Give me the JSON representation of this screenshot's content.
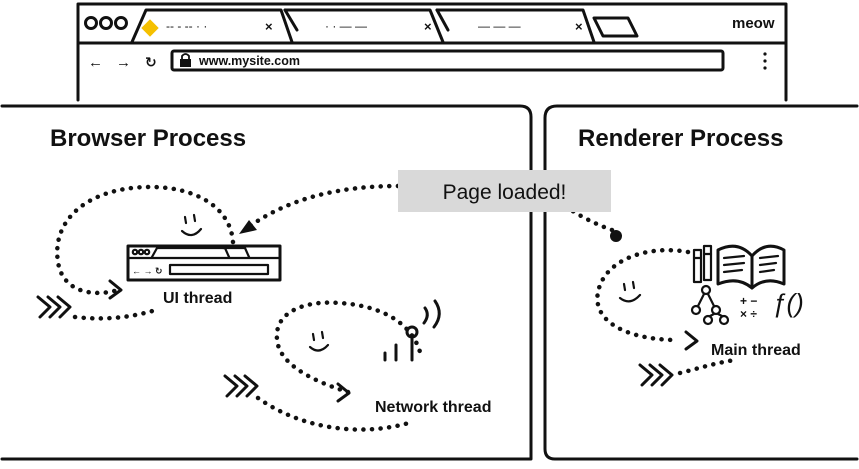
{
  "browser_window": {
    "tab_labels": [
      "-- - -- · ·",
      "· · — —",
      "— — —"
    ],
    "new_tab_icon": "new-tab-icon",
    "profile_label": "meow",
    "url": "www.mysite.com",
    "nav_icons": [
      "back-arrow-icon",
      "forward-arrow-icon",
      "reload-icon",
      "lock-icon",
      "kebab-menu-icon"
    ]
  },
  "panels": {
    "browser_process_title": "Browser Process",
    "renderer_process_title": "Renderer Process"
  },
  "threads": {
    "ui_thread_label": "UI thread",
    "network_thread_label": "Network thread",
    "main_thread_label": "Main thread"
  },
  "message": {
    "text": "Page loaded!",
    "bg_color": "#d9d9d9"
  },
  "icons": [
    "smiley-face-icon",
    "mini-browser-icon",
    "antenna-signal-icon",
    "pencils-icon",
    "open-book-icon",
    "tree-diagram-icon",
    "math-symbols-icon",
    "function-icon",
    "chevrons-icon"
  ]
}
